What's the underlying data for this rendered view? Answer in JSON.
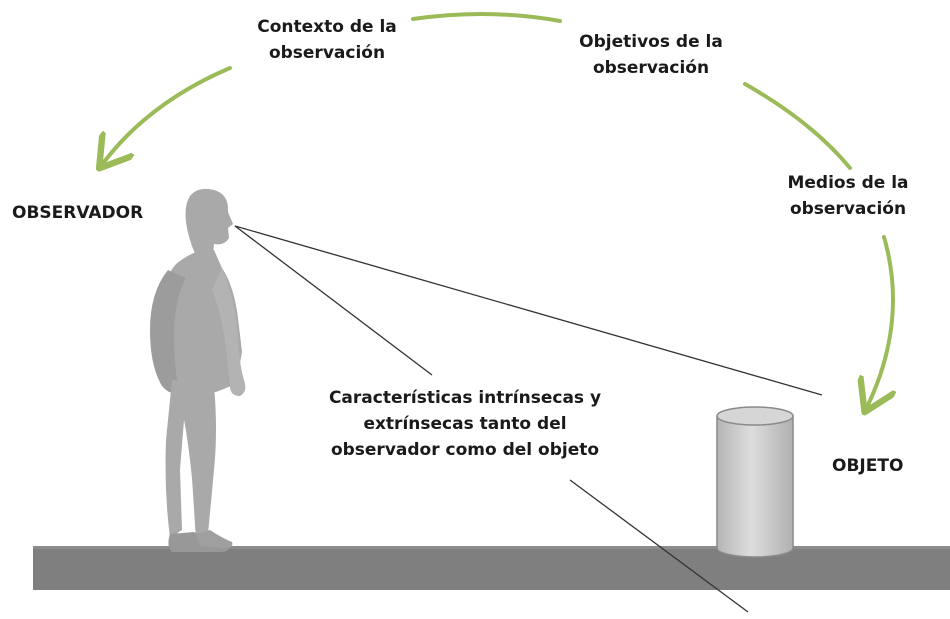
{
  "labels": {
    "contexto": [
      "Contexto de la",
      "observación"
    ],
    "objetivos": [
      "Objetivos de la",
      "observación"
    ],
    "medios": [
      "Medios de la",
      "observación"
    ],
    "observador": "OBSERVADOR",
    "objeto": "OBJETO",
    "caracteristicas": [
      "Características intrínsecas y",
      "extrínsecas tanto del",
      "observador como del objeto"
    ]
  },
  "colors": {
    "cycle_arrow": "#9bbb59",
    "figure": "#a9a9a9",
    "figure_shadow": "#8f8f8f",
    "ground": "#7f7f7f",
    "ground_dark": "#6b6b6b",
    "cylinder": "#c8c8c8",
    "cylinder_edge": "#8a8a8a",
    "sight_line": "#333333"
  }
}
